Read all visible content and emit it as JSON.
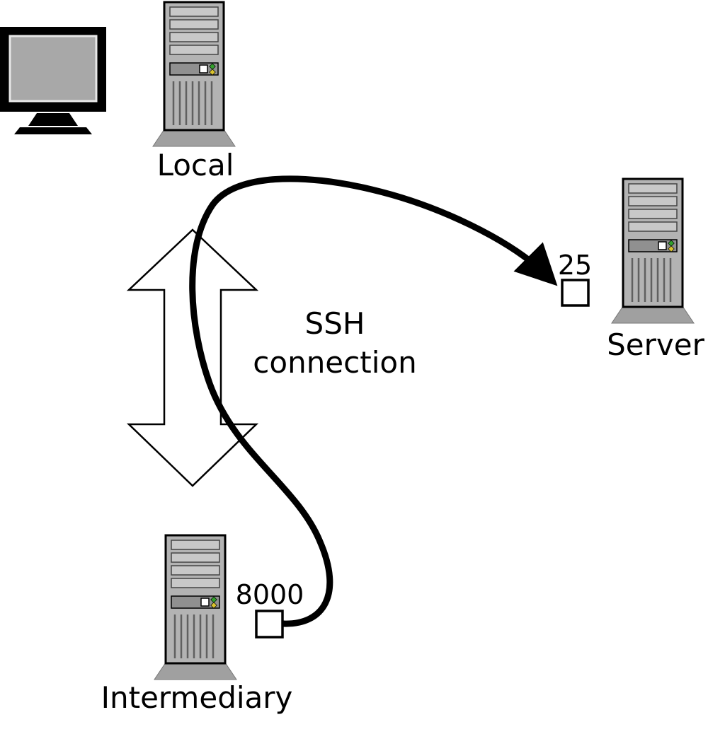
{
  "diagram": {
    "nodes": {
      "local": {
        "label": "Local"
      },
      "server": {
        "label": "Server",
        "port_label": "25"
      },
      "intermediary": {
        "label": "Intermediary",
        "port_label": "8000"
      }
    },
    "ssh_label": {
      "line1": "SSH",
      "line2": "connection"
    },
    "colors": {
      "background": "#ffffff",
      "outline": "#000000",
      "tower_body": "#b3b3b3",
      "tower_slot": "#c8c8c8",
      "tower_base": "#a0a0a0",
      "drive_bay": "#909090",
      "led_green": "#33a02c",
      "led_amber": "#d9c22e",
      "screen": "#a8a8a8",
      "arrow_fill": "#ffffff",
      "port_fill": "#ffffff",
      "tunnel_stroke": "#000000"
    }
  }
}
